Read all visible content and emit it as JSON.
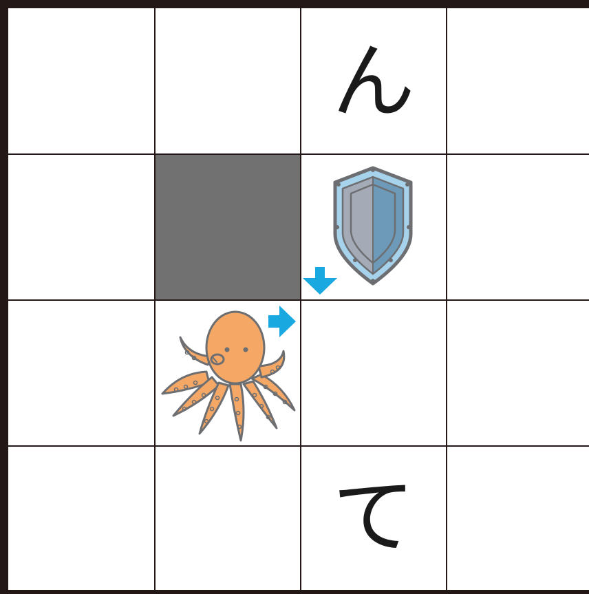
{
  "board": {
    "rows": 4,
    "visible_columns": 4,
    "cells": [
      {
        "row": 0,
        "col": 2,
        "content": "kana",
        "char": "ん"
      },
      {
        "row": 1,
        "col": 1,
        "content": "wall"
      },
      {
        "row": 1,
        "col": 2,
        "content": "shield"
      },
      {
        "row": 2,
        "col": 1,
        "content": "octopus"
      },
      {
        "row": 3,
        "col": 2,
        "content": "kana",
        "char": "て"
      }
    ],
    "arrows": [
      {
        "cell_row": 1,
        "cell_col": 2,
        "direction": "down",
        "corner": "bottom-left"
      },
      {
        "cell_row": 2,
        "cell_col": 1,
        "direction": "right",
        "corner": "top-right"
      }
    ]
  },
  "colors": {
    "grid_line": "#231815",
    "wall": "#727171",
    "arrow": "#19a9e0",
    "octopus_body": "#f5a866",
    "octopus_outline": "#6d6e71",
    "shield_left": "#a4abb6",
    "shield_right": "#6d9ab8",
    "shield_rim": "#a6d2ec",
    "text": "#1a1a1a"
  },
  "icons": {
    "octopus": "octopus-icon",
    "shield": "shield-icon",
    "arrow_down": "arrow-down-icon",
    "arrow_right": "arrow-right-icon"
  }
}
